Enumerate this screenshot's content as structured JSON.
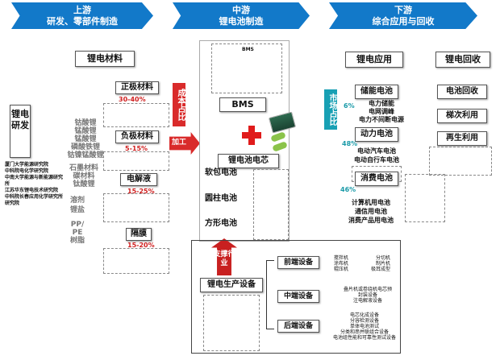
{
  "headers": {
    "upstream": {
      "title": "上游",
      "sub": "研发、零部件制造"
    },
    "midstream": {
      "title": "中游",
      "sub": "锂电池制造"
    },
    "downstream": {
      "title": "下游",
      "sub": "综合应用与回收"
    }
  },
  "upstream": {
    "materials_title": "锂电材料",
    "research": {
      "title": "锂电研发",
      "institutes": [
        "厦门大学能源研究院",
        "中科院电化学研究院",
        "中南大学能源与新能源研究所",
        "江苏华东锂电技术研究院",
        "中科院长春应用化学研究所研究院"
      ]
    },
    "gray_items": {
      "cathode_raw": [
        "钴酸锂",
        "锰酸锂",
        "锰酸锂",
        "磷酸铁锂",
        "钴镍锰酸锂"
      ],
      "anode_raw": [
        "石墨材料",
        "碳材料",
        "钛酸锂"
      ],
      "electrolyte_raw": [
        "溶剂",
        "锂盐"
      ],
      "separator_raw": [
        "PP/",
        "PE",
        "树脂"
      ]
    },
    "cathode": {
      "label": "正极材料",
      "pct": "30-40%"
    },
    "anode": {
      "label": "负极材料",
      "pct": "5-15%"
    },
    "electrolyte": {
      "label": "电解液",
      "pct": "15-25%"
    },
    "separator": {
      "label": "隔膜",
      "pct": "15-20%"
    },
    "cost_label": "成本占比",
    "process_label": "加工"
  },
  "midstream": {
    "bms": "BMS",
    "cell_title": "锂电池电芯",
    "cells": [
      "软包电池",
      "圆柱电池",
      "方形电池"
    ],
    "support_label": "支撑行业",
    "equipment": {
      "title": "锂电生产设备",
      "front": {
        "label": "前端设备",
        "items": [
          "搅拌机",
          "涂布机",
          "辊压机",
          "分切机",
          "制片机",
          "极耳成型"
        ]
      },
      "middle": {
        "label": "中端设备",
        "items": [
          "叠片机或卷绕机电芯预",
          "封装设备",
          "注电解液设备"
        ]
      },
      "back": {
        "label": "后端设备",
        "items": [
          "电芯化成设备",
          "分容检测设备",
          "单体电池测试",
          "分类和串并联组合设备",
          "电池组性能和可靠性测试设备"
        ]
      }
    }
  },
  "downstream": {
    "apply_title": "锂电应用",
    "market_share": "市场占比",
    "storage": {
      "label": "储能电池",
      "pct": "6%",
      "items": [
        "电力储能",
        "电网调峰",
        "电力不间断电源"
      ]
    },
    "power": {
      "label": "动力电池",
      "pct": "48%",
      "items": [
        "电动汽车电池",
        "电动自行车电池"
      ]
    },
    "consumer": {
      "label": "消费电池",
      "pct": "46%",
      "items": [
        "计算机用电池",
        "通信用电池",
        "消费产品用电池"
      ]
    },
    "recycle_title": "锂电回收",
    "recycle_items": [
      "电池回收",
      "梯次利用",
      "再生利用"
    ]
  }
}
